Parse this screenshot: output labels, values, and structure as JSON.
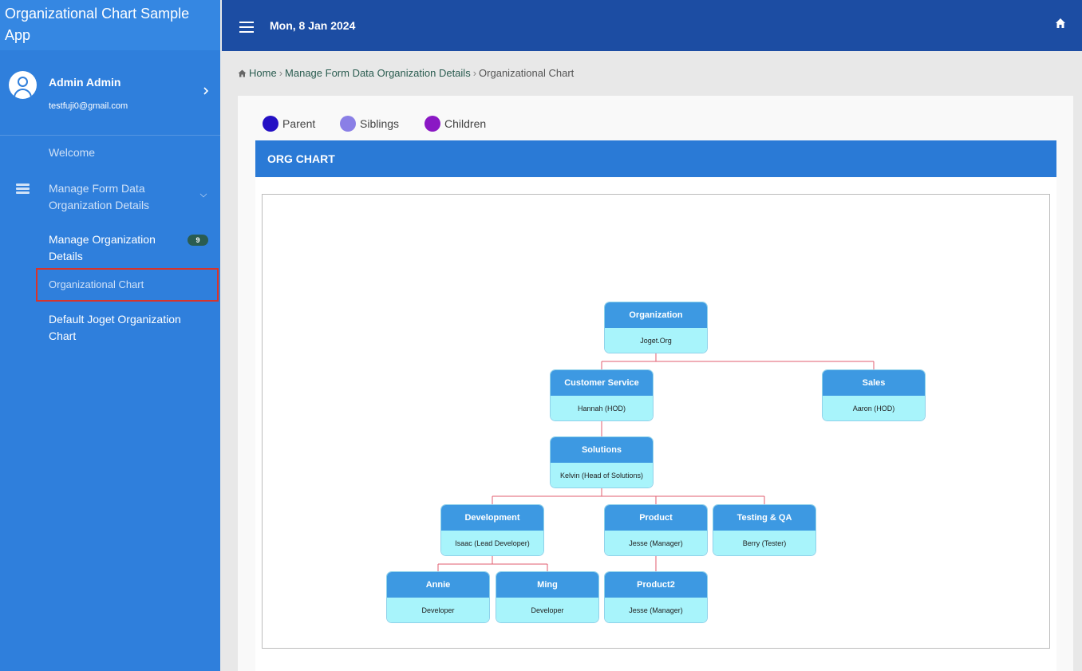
{
  "app": {
    "title": "Organizational Chart Sample App"
  },
  "profile": {
    "name": "Admin Admin",
    "email": "testfuji0@gmail.com"
  },
  "sidebar": {
    "welcome": "Welcome",
    "manage_form": "Manage Form Data Organization Details",
    "manage_org": "Manage Organization Details",
    "manage_org_badge": "9",
    "org_chart": "Organizational Chart",
    "default_chart": "Default Joget Organization Chart"
  },
  "topbar": {
    "date": "Mon, 8 Jan 2024"
  },
  "breadcrumb": {
    "home": "Home",
    "level1": "Manage Form Data Organization Details",
    "current": "Organizational Chart"
  },
  "legend": [
    {
      "label": "Parent",
      "color": "#2410c4"
    },
    {
      "label": "Siblings",
      "color": "#8a7fe6"
    },
    {
      "label": "Children",
      "color": "#8a18c4"
    }
  ],
  "card": {
    "header": "ORG CHART"
  },
  "org_chart": {
    "line_color": "#e05d6f",
    "nodes": [
      {
        "id": "organization",
        "title": "Organization",
        "subtitle": "Joget.Org"
      },
      {
        "id": "customer-service",
        "title": "Customer Service",
        "subtitle": "Hannah (HOD)"
      },
      {
        "id": "sales",
        "title": "Sales",
        "subtitle": "Aaron (HOD)"
      },
      {
        "id": "solutions",
        "title": "Solutions",
        "subtitle": "Kelvin (Head of Solutions)"
      },
      {
        "id": "development",
        "title": "Development",
        "subtitle": "Isaac (Lead Developer)"
      },
      {
        "id": "product",
        "title": "Product",
        "subtitle": "Jesse (Manager)"
      },
      {
        "id": "testing-qa",
        "title": "Testing & QA",
        "subtitle": "Berry (Tester)"
      },
      {
        "id": "annie",
        "title": "Annie",
        "subtitle": "Developer"
      },
      {
        "id": "ming",
        "title": "Ming",
        "subtitle": "Developer"
      },
      {
        "id": "product2",
        "title": "Product2",
        "subtitle": "Jesse (Manager)"
      }
    ]
  }
}
